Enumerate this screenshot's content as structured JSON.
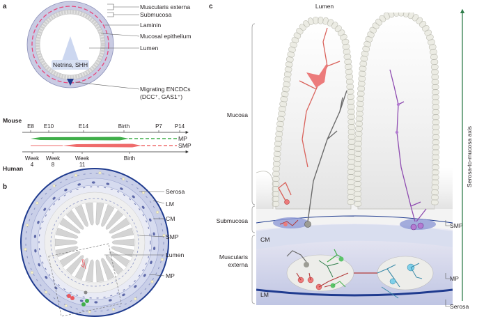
{
  "panels": {
    "a": "a",
    "b": "b",
    "c": "c"
  },
  "panel_a": {
    "labels": {
      "muscularis_externa": "Muscularis externa",
      "submucosa": "Submucosa",
      "laminin": "Laminin",
      "mucosal_epithelium": "Mucosal epithelium",
      "lumen": "Lumen",
      "migrating_1": "Migrating ENCDCs",
      "migrating_2": "(DCC⁺, GAS1⁺)"
    },
    "callout": "Netrins, SHH"
  },
  "timeline": {
    "species_top": "Mouse",
    "species_bottom": "Human",
    "mouse_ticks": [
      "E8",
      "E10",
      "E14",
      "Birth",
      "P7",
      "P14"
    ],
    "human_ticks": [
      {
        "top": "Week",
        "bottom": "4"
      },
      {
        "top": "Week",
        "bottom": "8"
      },
      {
        "top": "Week",
        "bottom": "11"
      },
      {
        "top": "Birth",
        "bottom": ""
      }
    ],
    "bars": [
      {
        "label": "MP",
        "color": "#3fae49"
      },
      {
        "label": "SMP",
        "color": "#ef6b6b"
      }
    ]
  },
  "panel_b": {
    "labels": {
      "serosa": "Serosa",
      "lm": "LM",
      "cm": "CM",
      "smp": "SMP",
      "lumen": "Lumen",
      "mp": "MP"
    }
  },
  "panel_c": {
    "labels": {
      "lumen": "Lumen",
      "mucosa": "Mucosa",
      "submucosa": "Submucosa",
      "muscularis_1": "Muscularis",
      "muscularis_2": "externa",
      "cm": "CM",
      "lm": "LM",
      "smp": "SMP",
      "mp": "MP",
      "serosa": "Serosa",
      "axis": "Serosa-to-mucosa axis"
    }
  },
  "colors": {
    "blue_layer": "#b7c2e0",
    "dark_blue": "#1f3b8f",
    "pink_dash": "#e8457a",
    "green": "#3fae49",
    "red": "#e8585f",
    "purple": "#8e4bb0",
    "cyan": "#5bc0de",
    "grey_cell": "#e9e9e2"
  }
}
